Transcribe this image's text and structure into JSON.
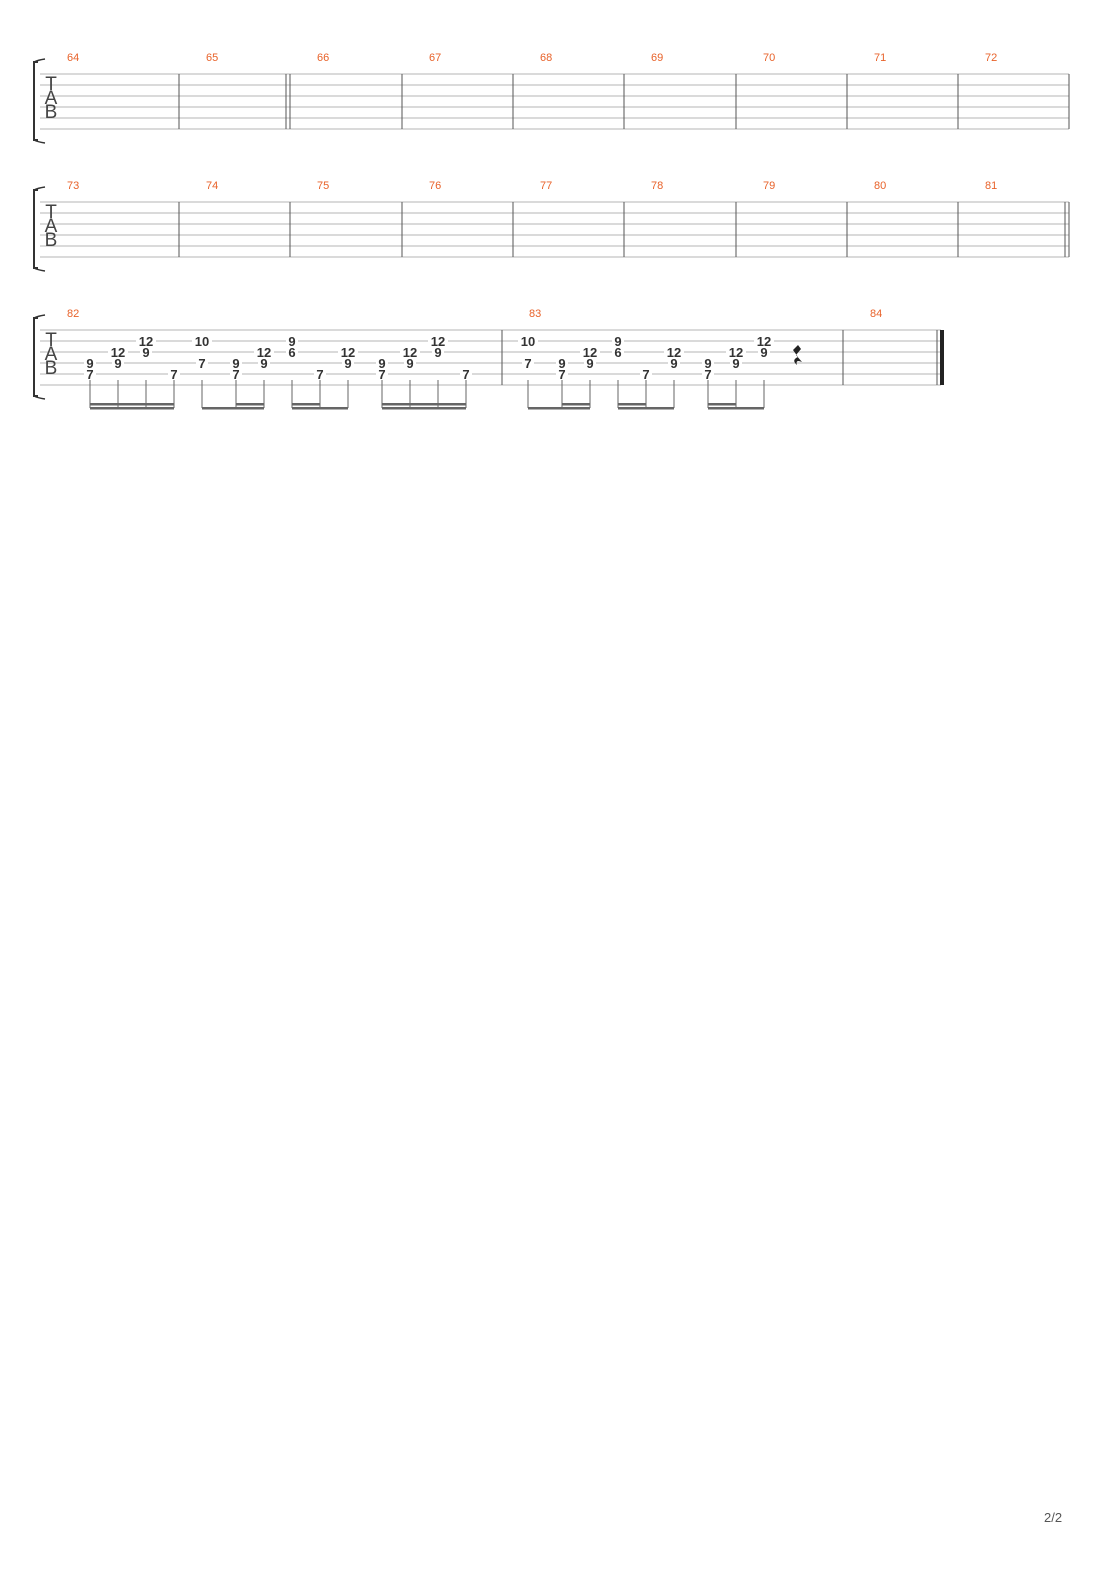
{
  "document": {
    "page_number": "2/2",
    "tab_clef": [
      "T",
      "A",
      "B"
    ],
    "colors": {
      "measure_number": "#e8622a",
      "staff_line": "#b5b5b5",
      "barline": "#555555",
      "fret": "#333333",
      "stem": "#666666"
    }
  },
  "systems": [
    {
      "measures": [
        {
          "number": "64",
          "notes": []
        },
        {
          "number": "65",
          "notes": [],
          "end_bar": "double"
        },
        {
          "number": "66",
          "notes": []
        },
        {
          "number": "67",
          "notes": []
        },
        {
          "number": "68",
          "notes": []
        },
        {
          "number": "69",
          "notes": []
        },
        {
          "number": "70",
          "notes": []
        },
        {
          "number": "71",
          "notes": []
        },
        {
          "number": "72",
          "notes": []
        }
      ]
    },
    {
      "measures": [
        {
          "number": "73",
          "notes": []
        },
        {
          "number": "74",
          "notes": []
        },
        {
          "number": "75",
          "notes": []
        },
        {
          "number": "76",
          "notes": []
        },
        {
          "number": "77",
          "notes": []
        },
        {
          "number": "78",
          "notes": []
        },
        {
          "number": "79",
          "notes": []
        },
        {
          "number": "80",
          "notes": []
        },
        {
          "number": "81",
          "notes": [],
          "end_bar": "double"
        }
      ]
    },
    {
      "measures": [
        {
          "number": "82",
          "notes": [
            {
              "string": 4,
              "fret": "9"
            },
            {
              "string": 5,
              "fret": "7"
            },
            {
              "string": 3,
              "fret": "12"
            },
            {
              "string": 4,
              "fret": "9"
            },
            {
              "string": 2,
              "fret": "12"
            },
            {
              "string": 3,
              "fret": "9"
            },
            {
              "string": 5,
              "fret": "7"
            },
            {
              "string": 2,
              "fret": "10"
            },
            {
              "string": 4,
              "fret": "7"
            },
            {
              "string": 4,
              "fret": "9"
            },
            {
              "string": 5,
              "fret": "7"
            },
            {
              "string": 3,
              "fret": "12"
            },
            {
              "string": 4,
              "fret": "9"
            },
            {
              "string": 2,
              "fret": "9"
            },
            {
              "string": 3,
              "fret": "6"
            },
            {
              "string": 5,
              "fret": "7"
            },
            {
              "string": 3,
              "fret": "12"
            },
            {
              "string": 4,
              "fret": "9"
            },
            {
              "string": 4,
              "fret": "9"
            },
            {
              "string": 5,
              "fret": "7"
            },
            {
              "string": 3,
              "fret": "12"
            },
            {
              "string": 4,
              "fret": "9"
            },
            {
              "string": 2,
              "fret": "12"
            },
            {
              "string": 3,
              "fret": "9"
            },
            {
              "string": 5,
              "fret": "7"
            }
          ]
        },
        {
          "number": "83",
          "notes": [
            {
              "string": 2,
              "fret": "10"
            },
            {
              "string": 4,
              "fret": "7"
            },
            {
              "string": 4,
              "fret": "9"
            },
            {
              "string": 5,
              "fret": "7"
            },
            {
              "string": 3,
              "fret": "12"
            },
            {
              "string": 4,
              "fret": "9"
            },
            {
              "string": 2,
              "fret": "9"
            },
            {
              "string": 3,
              "fret": "6"
            },
            {
              "string": 5,
              "fret": "7"
            },
            {
              "string": 3,
              "fret": "12"
            },
            {
              "string": 4,
              "fret": "9"
            },
            {
              "string": 4,
              "fret": "9"
            },
            {
              "string": 5,
              "fret": "7"
            },
            {
              "string": 3,
              "fret": "12"
            },
            {
              "string": 4,
              "fret": "9"
            },
            {
              "string": 2,
              "fret": "12"
            },
            {
              "string": 3,
              "fret": "9"
            }
          ],
          "rest": "quarter-rest"
        },
        {
          "number": "84",
          "notes": [],
          "end_bar": "final"
        }
      ]
    }
  ]
}
